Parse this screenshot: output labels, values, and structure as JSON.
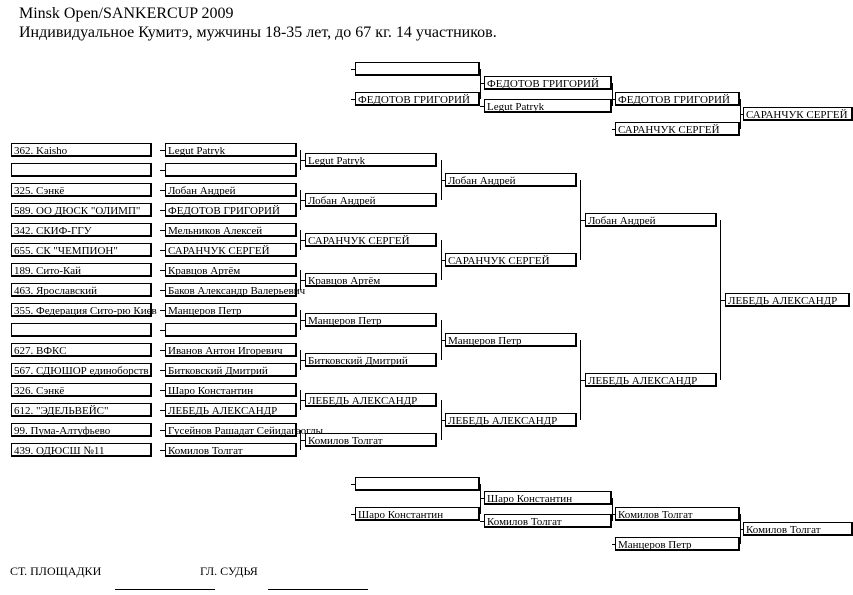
{
  "header": {
    "line1": "Minsk Open/SANKERCUP 2009",
    "line2": "Индивидуальное Кумитэ, мужчины 18-35 лет, до  67 кг. 14 участников."
  },
  "participants": [
    {
      "club": "362. Kaisho",
      "name": "Legut Patryk"
    },
    {
      "club": "",
      "name": ""
    },
    {
      "club": "325. Сэнкё",
      "name": "Лобан Андрей"
    },
    {
      "club": "589. ОО ДЮСК \"ОЛИМП\"",
      "name": "ФЕДОТОВ ГРИГОРИЙ"
    },
    {
      "club": "342. СКИФ-ГГУ",
      "name": "Мельников Алексей"
    },
    {
      "club": "655. СК \"ЧЕМПИОН\"",
      "name": "САРАНЧУК СЕРГЕЙ"
    },
    {
      "club": "189. Сито-Кай",
      "name": "Кравцов Артём"
    },
    {
      "club": "463. Ярославский",
      "name": "Баков Александр Валерьевич"
    },
    {
      "club": "355. Федерация Сито-рю Киев",
      "name": "Манцеров Петр"
    },
    {
      "club": "",
      "name": ""
    },
    {
      "club": "627. ВФКС",
      "name": "Иванов Антон Игоревич"
    },
    {
      "club": "567. СДЮШОР единоборств",
      "name": "Битковский Дмитрий"
    },
    {
      "club": "326. Сэнкё",
      "name": "Шаро Константин"
    },
    {
      "club": "612. \"ЭДЕЛЬВЕЙС\"",
      "name": "ЛЕБЕДЬ АЛЕКСАНДР"
    },
    {
      "club": "99. Пума-Алтуфьево",
      "name": "Гусейнов Рашадат Сейидагаоглы"
    },
    {
      "club": "439. ОДЮСШ №11",
      "name": "Комилов Толгат"
    }
  ],
  "round1": [
    "Legut Patryk",
    "Лобан Андрей",
    "САРАНЧУК СЕРГЕЙ",
    "Кравцов Артём",
    "Манцеров Петр",
    "Битковский Дмитрий",
    "ЛЕБЕДЬ АЛЕКСАНДР",
    "Комилов Толгат"
  ],
  "quarterfinals": [
    "Лобан Андрей",
    "САРАНЧУК СЕРГЕЙ",
    "Манцеров Петр",
    "ЛЕБЕДЬ АЛЕКСАНДР"
  ],
  "semifinals": [
    "Лобан Андрей",
    "ЛЕБЕДЬ АЛЕКСАНДР"
  ],
  "final_winner": "ЛЕБЕДЬ АЛЕКСАНДР",
  "repechage_top": {
    "entry_a": "",
    "entry_b": "ФЕДОТОВ ГРИГОРИЙ",
    "r1_a": "ФЕДОТОВ ГРИГОРИЙ",
    "r1_b": "Legut Patryk",
    "r2_a": "ФЕДОТОВ ГРИГОРИЙ",
    "r2_b": "САРАНЧУК СЕРГЕЙ",
    "winner": "САРАНЧУК СЕРГЕЙ"
  },
  "repechage_bottom": {
    "entry_a": "",
    "entry_b": "Шаро Константин",
    "r1_a": "Шаро Константин",
    "r1_b": "Комилов Толгат",
    "r2_a": "Комилов Толгат",
    "r2_b": "Манцеров Петр",
    "winner": "Комилов Толгат"
  },
  "footer": {
    "site_judge": "СТ. ПЛОЩАДКИ",
    "chief_judge": "ГЛ. СУДЬЯ"
  }
}
